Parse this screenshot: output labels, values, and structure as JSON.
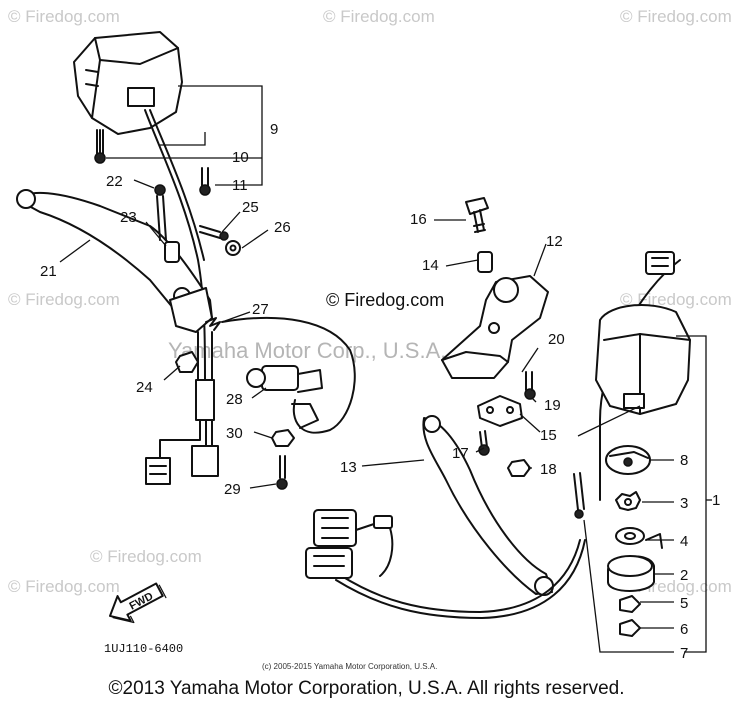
{
  "watermarks": {
    "small": "© Firedog.com",
    "center": "© Firedog.com",
    "big": "Yamaha Motor Corp., U.S.A."
  },
  "parts": [
    {
      "number": "1"
    },
    {
      "number": "2"
    },
    {
      "number": "3"
    },
    {
      "number": "4"
    },
    {
      "number": "5"
    },
    {
      "number": "6"
    },
    {
      "number": "7"
    },
    {
      "number": "8"
    },
    {
      "number": "9"
    },
    {
      "number": "10"
    },
    {
      "number": "11"
    },
    {
      "number": "12"
    },
    {
      "number": "13"
    },
    {
      "number": "14"
    },
    {
      "number": "15"
    },
    {
      "number": "16"
    },
    {
      "number": "17"
    },
    {
      "number": "18"
    },
    {
      "number": "19"
    },
    {
      "number": "20"
    },
    {
      "number": "21"
    },
    {
      "number": "22"
    },
    {
      "number": "23"
    },
    {
      "number": "24"
    },
    {
      "number": "25"
    },
    {
      "number": "26"
    },
    {
      "number": "27"
    },
    {
      "number": "28"
    },
    {
      "number": "29"
    },
    {
      "number": "30"
    }
  ],
  "diagram_code": "1UJ110-6400",
  "fwd_label": "FWD",
  "small_copyright": "(c) 2005-2015 Yamaha Motor Corporation, U.S.A.",
  "copyright": "©2013 Yamaha Motor Corporation, U.S.A. All rights reserved."
}
